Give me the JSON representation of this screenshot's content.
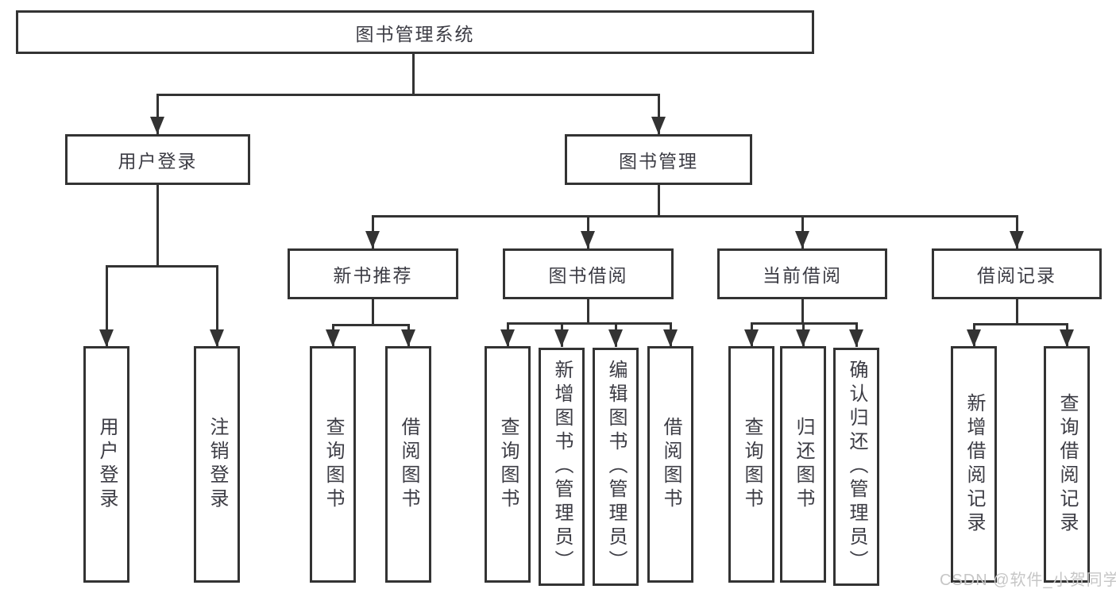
{
  "diagram": {
    "title": "图书管理系统",
    "colors": {
      "line": "#333333",
      "text": "#3c3c44",
      "watermark": "#c6c6c6",
      "background": "#ffffff"
    },
    "nodes": {
      "root": "图书管理系统",
      "user_login": "用户登录",
      "book_mgmt": "图书管理",
      "new_book_rec": "新书推荐",
      "book_borrow": "图书借阅",
      "current_borrow": "当前借阅",
      "borrow_record": "借阅记录",
      "leaf_user_login": "用户登录",
      "leaf_logout": "注销登录",
      "leaf_query_book_rec": "查询图书",
      "leaf_borrow_book_rec": "借阅图书",
      "leaf_query_book_borrow": "查询图书",
      "leaf_add_book_admin": "新增图书（管理员）",
      "leaf_edit_book_admin": "编辑图书（管理员）",
      "leaf_borrow_book_borrow": "借阅图书",
      "leaf_query_book_current": "查询图书",
      "leaf_return_book": "归还图书",
      "leaf_confirm_return_admin": "确认归还（管理员）",
      "leaf_add_borrow_record": "新增借阅记录",
      "leaf_query_borrow_record": "查询借阅记录"
    },
    "watermark": "CSDN @软件_小贺同学"
  }
}
